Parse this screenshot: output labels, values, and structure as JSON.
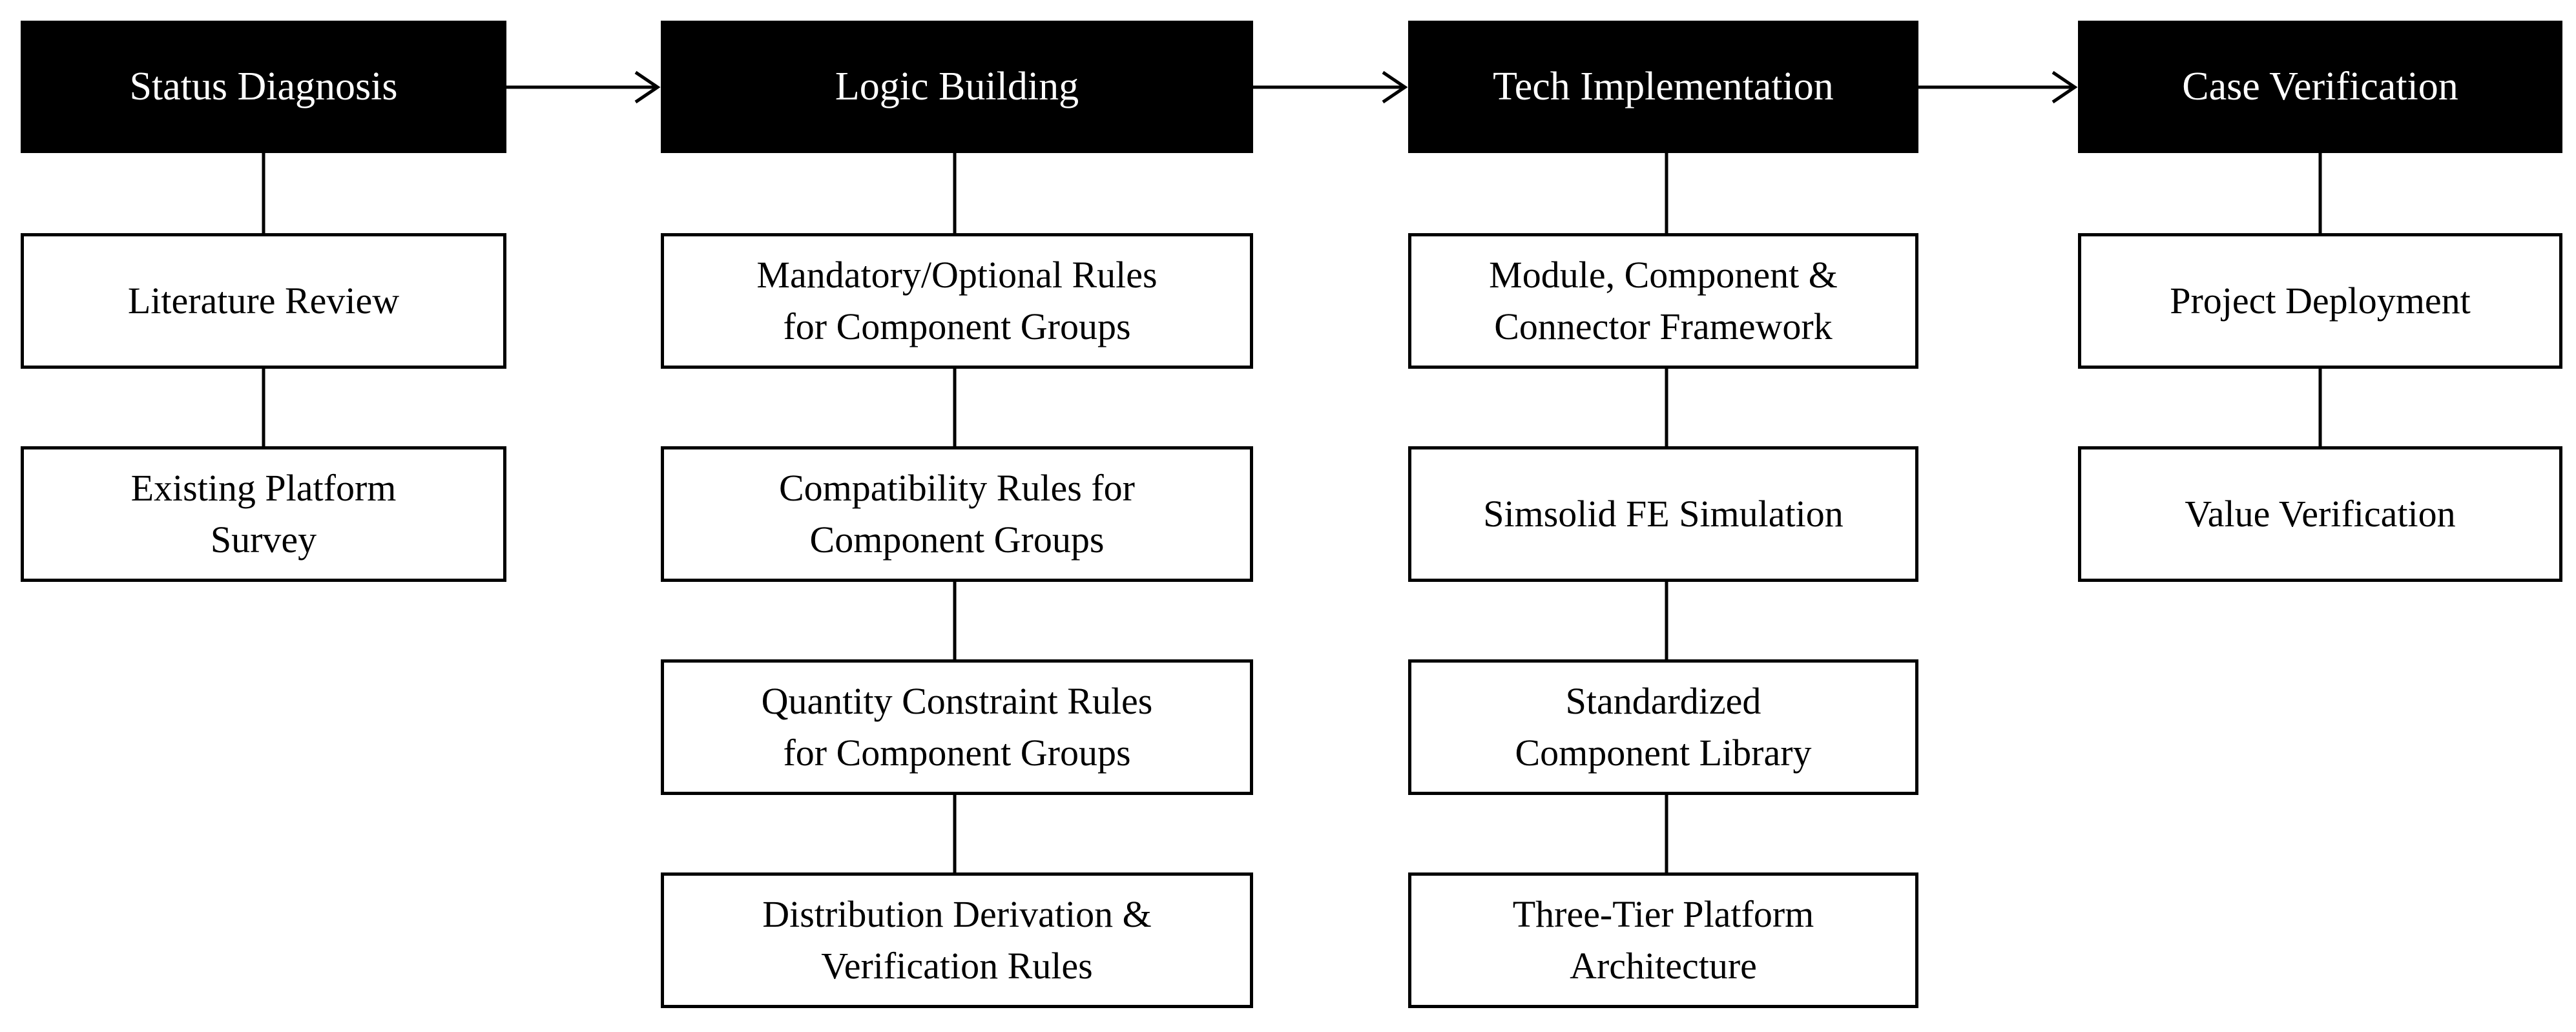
{
  "columns": [
    {
      "header": "Status Diagnosis",
      "items": [
        "Literature Review",
        "Existing Platform\nSurvey"
      ]
    },
    {
      "header": "Logic Building",
      "items": [
        "Mandatory/Optional Rules\nfor Component  Groups",
        "Compatibility Rules for\nComponent Groups",
        "Quantity Constraint Rules\nfor Component Groups",
        "Distribution Derivation &\nVerification Rules"
      ]
    },
    {
      "header": "Tech Implementation",
      "items": [
        "Module, Component &\nConnector Framework",
        "Simsolid FE Simulation",
        "Standardized\nComponent Library",
        "Three-Tier Platform\nArchitecture"
      ]
    },
    {
      "header": "Case Verification",
      "items": [
        "Project Deployment",
        "Value Verification"
      ]
    }
  ]
}
